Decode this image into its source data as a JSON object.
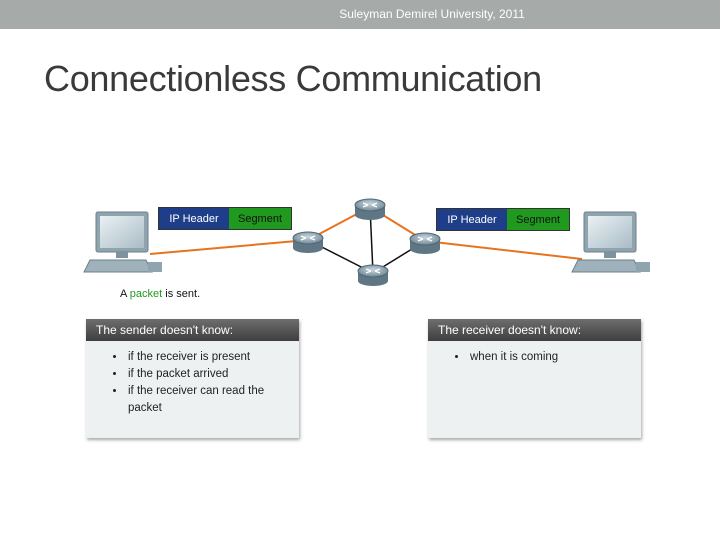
{
  "header": {
    "footer_text": "Suleyman Demirel University, 2011"
  },
  "slide": {
    "title": "Connectionless Communication"
  },
  "diagram": {
    "packet_left": {
      "header": "IP Header",
      "segment": "Segment"
    },
    "packet_right": {
      "header": "IP Header",
      "segment": "Segment"
    },
    "caption_prefix": "A ",
    "caption_highlight": "packet",
    "caption_suffix": " is sent.",
    "colors": {
      "link": "#e8731f",
      "ip_header": "#1f3e8a",
      "segment": "#1f9a1f",
      "highlight": "#1f9a1f"
    }
  },
  "sender_box": {
    "heading": "The sender doesn't know:",
    "items": [
      "if the receiver is present",
      "if the packet arrived",
      "if the receiver can read the packet"
    ]
  },
  "receiver_box": {
    "heading": "The receiver doesn't know:",
    "items": [
      "when it is coming"
    ]
  }
}
